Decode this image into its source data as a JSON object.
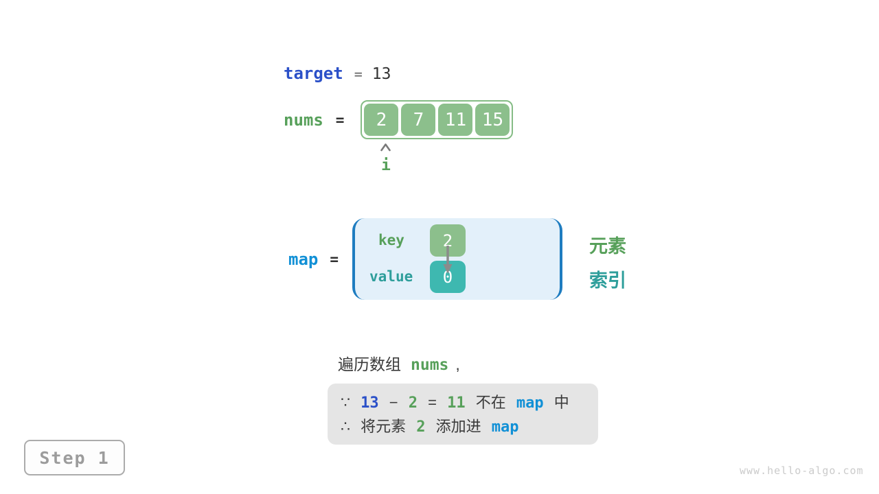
{
  "colors": {
    "royal_blue": "#2B50C8",
    "bright_blue": "#1190D6",
    "bracket_blue": "#1E7CC0",
    "map_box_bg": "#E3F0FA",
    "green_text": "#57A05A",
    "green_cell": "#8CBF8C",
    "teal_text": "#2E9E9B",
    "teal_cell": "#3EB8B0",
    "note_box_bg": "#E5E5E5",
    "text_dark": "#3A3A3A"
  },
  "target": {
    "name": "target",
    "eq": "=",
    "value": "13"
  },
  "nums": {
    "name": "nums",
    "eq": "=",
    "cells": [
      "2",
      "7",
      "11",
      "15"
    ],
    "pointer_label": "i"
  },
  "map": {
    "name": "map",
    "eq": "=",
    "key_label": "key",
    "key_cell": "2",
    "value_label": "value",
    "value_cell": "0",
    "element_label": "元素",
    "index_label": "索引"
  },
  "caption": {
    "text": "遍历数组",
    "code": "nums",
    "comma": ","
  },
  "note": {
    "line1": {
      "because": "∵",
      "n1": "13",
      "minus": "−",
      "n2": "2",
      "eq": "=",
      "n3": "11",
      "t1": "不在",
      "code": "map",
      "t2": "中"
    },
    "line2": {
      "therefore": "∴",
      "t1": "将元素",
      "n1": "2",
      "t2": "添加进",
      "code": "map"
    }
  },
  "step": {
    "label": "Step 1"
  },
  "watermark": "www.hello-algo.com"
}
